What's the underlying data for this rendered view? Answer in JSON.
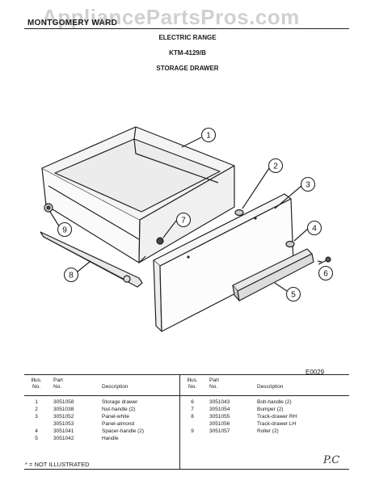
{
  "watermark": "AppliancePartsPros.com",
  "brand": "MONTGOMERY WARD",
  "header": {
    "line1": "ELECTRIC RANGE",
    "line2": "KTM-4129/B",
    "line3": "STORAGE DRAWER"
  },
  "callouts": [
    "1",
    "2",
    "3",
    "4",
    "5",
    "6",
    "7",
    "8",
    "9"
  ],
  "diagram_code": "E0029",
  "table": {
    "headers": {
      "illus": "Illus.\nNo.",
      "part": "Part\nNo.",
      "desc": "Description"
    },
    "left_rows": [
      {
        "illus": "1",
        "part": "3051058",
        "desc": "Storage drawer"
      },
      {
        "illus": "2",
        "part": "3051038",
        "desc": "Nut-handle (2)"
      },
      {
        "illus": "3",
        "part": "3051052",
        "desc": "Panel-white"
      },
      {
        "illus": "",
        "part": "3051053",
        "desc": "Panel-almond"
      },
      {
        "illus": "4",
        "part": "3051041",
        "desc": "Spacer-handle (2)"
      },
      {
        "illus": "5",
        "part": "3051042",
        "desc": "Handle"
      }
    ],
    "right_rows": [
      {
        "illus": "6",
        "part": "3051043",
        "desc": "Bolt-handle (2)"
      },
      {
        "illus": "7",
        "part": "3051054",
        "desc": "Bumper (2)"
      },
      {
        "illus": "8",
        "part": "3051055",
        "desc": "Track-drawer RH"
      },
      {
        "illus": "",
        "part": "3051056",
        "desc": "Track-drawer LH"
      },
      {
        "illus": "9",
        "part": "3051057",
        "desc": "Roller (2)"
      }
    ]
  },
  "footnote": "* = NOT ILLUSTRATED",
  "signature": "P.C"
}
